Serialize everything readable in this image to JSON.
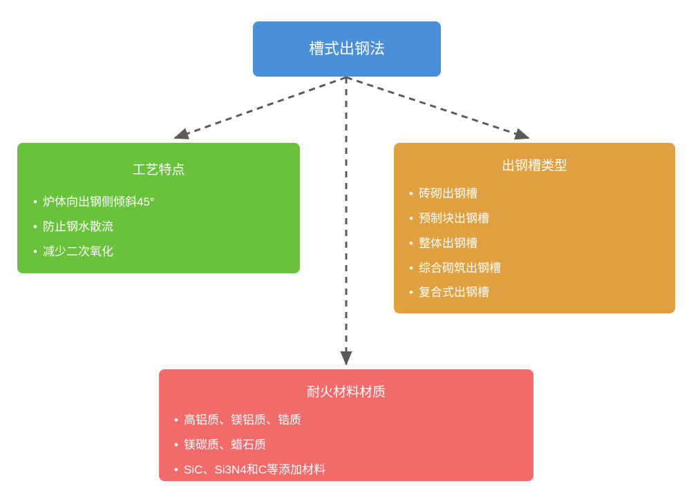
{
  "diagram": {
    "type": "tree-mindmap",
    "background": "#ffffff",
    "root": {
      "title": "槽式出钢法",
      "color": "#4a90d9"
    },
    "branches": [
      {
        "id": "features",
        "title": "工艺特点",
        "color": "#69c23c",
        "bullet": "•",
        "items": [
          "炉体向出钢侧倾斜45°",
          "防止钢水散流",
          "减少二次氧化"
        ]
      },
      {
        "id": "types",
        "title": "出钢槽类型",
        "color": "#e0a03f",
        "bullet": "•",
        "items": [
          "砖砌出钢槽",
          "预制块出钢槽",
          "整体出钢槽",
          "综合砌筑出钢槽",
          "复合式出钢槽"
        ]
      },
      {
        "id": "materials",
        "title": "耐火材料材质",
        "color": "#f26b6b",
        "bullet": "•",
        "items": [
          "高铝质、镁铝质、锆质",
          "镁碳质、蜡石质",
          "SiC、Si3N4和C等添加材料"
        ]
      }
    ],
    "connectors": {
      "style": "dashed",
      "color": "#5a5a5a",
      "arrowhead": "filled-triangle",
      "edges": [
        {
          "from": "root",
          "to": "features"
        },
        {
          "from": "root",
          "to": "types"
        },
        {
          "from": "root",
          "to": "materials"
        }
      ]
    }
  }
}
